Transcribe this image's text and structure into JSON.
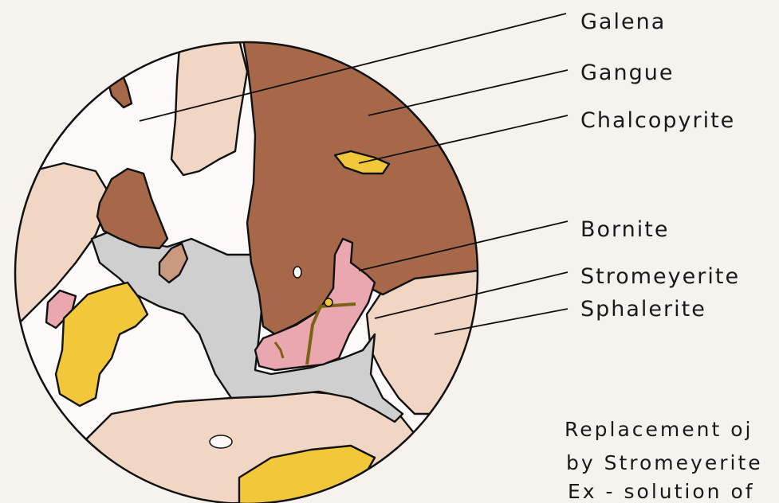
{
  "labels": {
    "galena": "Galena",
    "gangue": "Gangue",
    "chalcopyrite": "Chalcopyrite",
    "bornite": "Bornite",
    "stromeyerite": "Stromeyerite",
    "sphalerite": "Sphalerite"
  },
  "caption": {
    "line1": "Replacement oj",
    "line2": "by Stromeyerite",
    "line3": "Ex - solution of"
  },
  "colors": {
    "paper": "#f6f3ee",
    "galena": "#fbfaf8",
    "gangue": "#a7684a",
    "chalcopyrite": "#f2c83a",
    "bornite": "#eaa7b0",
    "stromeyerite": "#cfcfcf",
    "sphalerite": "#f0d6c3"
  }
}
